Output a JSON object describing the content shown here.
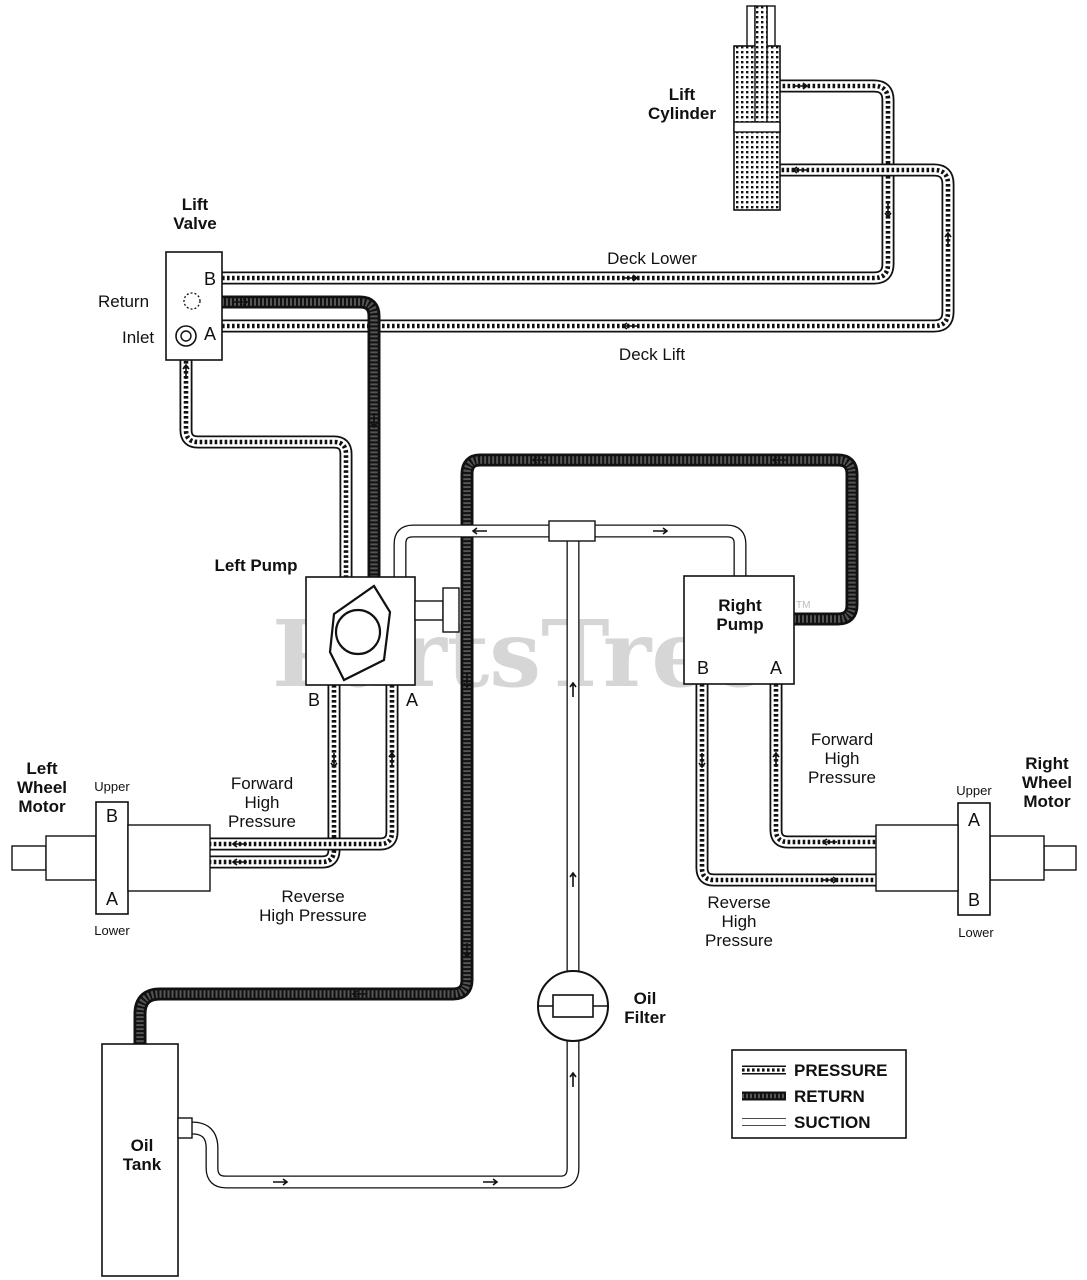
{
  "watermark": "PartsTree",
  "trademark": "TM",
  "components": {
    "lift_cylinder": [
      "Lift",
      "Cylinder"
    ],
    "lift_valve": [
      "Lift",
      "Valve"
    ],
    "left_pump": "Left Pump",
    "right_pump": [
      "Right",
      "Pump"
    ],
    "left_wheel_motor": [
      "Left",
      "Wheel",
      "Motor"
    ],
    "right_wheel_motor": [
      "Right",
      "Wheel",
      "Motor"
    ],
    "oil_filter": [
      "Oil",
      "Filter"
    ],
    "oil_tank": [
      "Oil",
      "Tank"
    ]
  },
  "lines": {
    "deck_lower": "Deck Lower",
    "deck_lift": "Deck Lift",
    "left_forward": [
      "Forward",
      "High",
      "Pressure"
    ],
    "left_reverse": [
      "Reverse",
      "High Pressure"
    ],
    "right_forward": [
      "Forward",
      "High",
      "Pressure"
    ],
    "right_reverse": [
      "Reverse",
      "High",
      "Pressure"
    ]
  },
  "ports": {
    "valve_b": "B",
    "valve_a": "A",
    "valve_return": "Return",
    "valve_inlet": "Inlet",
    "left_pump_b": "B",
    "left_pump_a": "A",
    "right_pump_b": "B",
    "right_pump_a": "A",
    "left_motor_b": "B",
    "left_motor_a": "A",
    "left_motor_upper": "Upper",
    "left_motor_lower": "Lower",
    "right_motor_a": "A",
    "right_motor_b": "B",
    "right_motor_upper": "Upper",
    "right_motor_lower": "Lower"
  },
  "legend": {
    "items": [
      {
        "name": "PRESSURE",
        "style": "pressure"
      },
      {
        "name": "RETURN",
        "style": "return"
      },
      {
        "name": "SUCTION",
        "style": "suction"
      }
    ]
  },
  "colors": {
    "line": "#111111",
    "watermark": "#cfcfcf",
    "background": "#ffffff"
  }
}
